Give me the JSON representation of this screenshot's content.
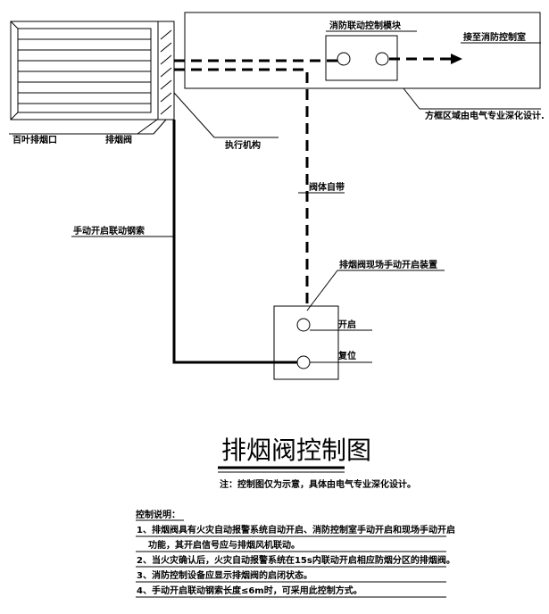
{
  "labels": {
    "louver": "百叶排烟口",
    "valve": "排烟阀",
    "actuator": "执行机构",
    "module": "消防联动控制模块",
    "to_control_room": "接至消防控制室",
    "box_note": "方框区域由电气专业深化设计.",
    "valve_self": "阀体自带",
    "manual_cable": "手动开启联动钢索",
    "manual_device": "排烟阀现场手动开启装置",
    "open": "开启",
    "reset": "复位"
  },
  "title": "排烟阀控制图",
  "subtitle": "注：控制图仅为示意，具体由电气专业深化设计。",
  "notes": {
    "heading": "控制说明：",
    "items": [
      "1、排烟阀具有火灾自动报警系统自动开启、消防控制室手动开启和现场手动开启",
      "功能，其开启信号应与排烟风机联动。",
      "2、当火灾确认后，火灾自动报警系统在15s内联动开启相应防烟分区的排烟阀。",
      "3、消防控制设备应显示排烟阀的启闭状态。",
      "4、手动开启联动钢索长度≤6m时，可采用此控制方式。"
    ]
  }
}
